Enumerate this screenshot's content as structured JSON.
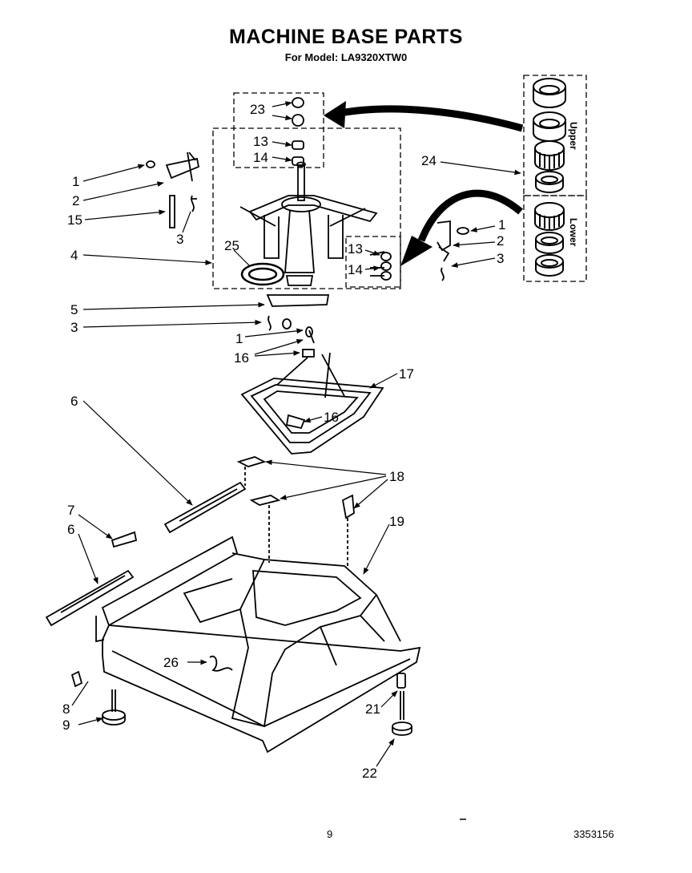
{
  "header": {
    "title": "MACHINE BASE PARTS",
    "subtitle": "For Model: LA9320XTW0"
  },
  "bearing_kit": {
    "upper_label": "Upper",
    "lower_label": "Lower"
  },
  "callouts": [
    "23",
    "13",
    "14",
    "1",
    "2",
    "15",
    "3",
    "24",
    "25",
    "4",
    "1",
    "2",
    "3",
    "13",
    "14",
    "5",
    "3",
    "1",
    "16",
    "17",
    "16",
    "6",
    "18",
    "7",
    "6",
    "19",
    "26",
    "8",
    "9",
    "21",
    "22"
  ],
  "footer": {
    "page_number": "9",
    "doc_number": "3353156"
  }
}
